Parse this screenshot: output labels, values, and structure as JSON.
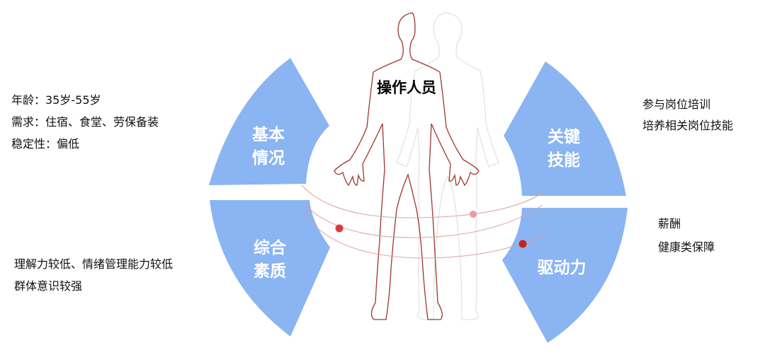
{
  "title": "操作人员",
  "colors": {
    "segment": "#8AB4F2",
    "segment_text": "#FFFFFF",
    "body_outline": "#A0342E",
    "ghost_outline": "#E6E2E2",
    "orbit_line": "#D9A3A0",
    "dot_primary": "#E0393B",
    "dot_light": "#EE9A9C",
    "dot_dark": "#C9201F",
    "text": "#111111"
  },
  "segments": [
    {
      "id": "basic",
      "label_lines": [
        "基本",
        "情况"
      ],
      "position": "top-left"
    },
    {
      "id": "quality",
      "label_lines": [
        "综合",
        "素质"
      ],
      "position": "bottom-left"
    },
    {
      "id": "skills",
      "label_lines": [
        "关键",
        "技能"
      ],
      "position": "top-right"
    },
    {
      "id": "drive",
      "label_lines": [
        "驱动力"
      ],
      "position": "bottom-right"
    }
  ],
  "descriptions": {
    "basic": [
      "年龄：35岁-55岁",
      "需求：住宿、食堂、劳保备装",
      "稳定性：偏低"
    ],
    "quality": [
      "理解力较低、情绪管理能力较低",
      "群体意识较强"
    ],
    "skills": [
      "参与岗位培训",
      "培养相关岗位技能"
    ],
    "drive": [
      "薪酬",
      "健康类保障"
    ]
  }
}
